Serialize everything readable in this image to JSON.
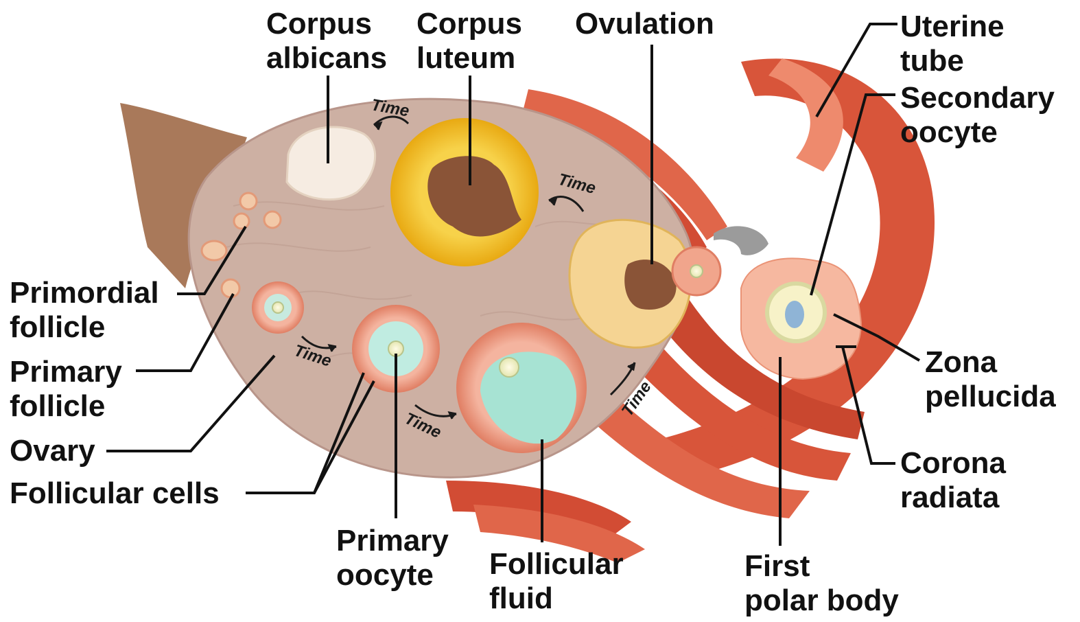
{
  "diagram": {
    "labels": {
      "corpus_albicans": [
        "Corpus",
        "albicans"
      ],
      "corpus_luteum": [
        "Corpus",
        "luteum"
      ],
      "ovulation": [
        "Ovulation"
      ],
      "uterine_tube": [
        "Uterine",
        "tube"
      ],
      "secondary_oocyte": [
        "Secondary",
        "oocyte"
      ],
      "primordial_follicle": [
        "Primordial",
        "follicle"
      ],
      "primary_follicle": [
        "Primary",
        "follicle"
      ],
      "ovary": [
        "Ovary"
      ],
      "follicular_cells": [
        "Follicular cells"
      ],
      "primary_oocyte": [
        "Primary",
        "oocyte"
      ],
      "follicular_fluid": [
        "Follicular",
        "fluid"
      ],
      "first_polar_body": [
        "First",
        "polar body"
      ],
      "zona_pellucida": [
        "Zona",
        "pellucida"
      ],
      "corona_radiata": [
        "Corona",
        "radiata"
      ]
    },
    "time_label": "Time",
    "colors": {
      "ovary": "#cdb0a3",
      "ligament": "#a9795a",
      "tube": "#d8553a",
      "follicle_ring": "#e8917a",
      "follicular_fluid": "#a7e3d3",
      "corpus_luteum": "#f2c22f",
      "corpus_albicans": "#f6ece2",
      "leader_line": "#111111"
    }
  }
}
